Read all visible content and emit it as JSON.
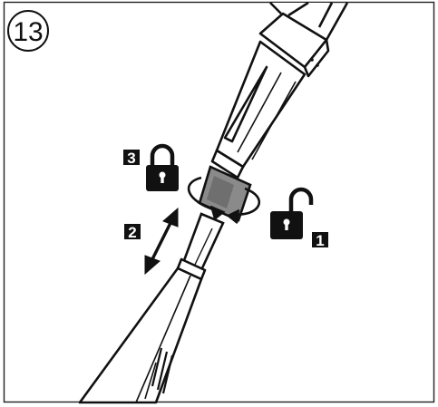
{
  "figure": {
    "step_number": "13",
    "labels": {
      "unlock": "1",
      "slide": "2",
      "lock": "3"
    },
    "icons": {
      "unlock": "unlocked-padlock-icon",
      "lock": "locked-padlock-icon",
      "slide": "double-arrow-icon",
      "rotate": "rotation-arrows-icon"
    },
    "colors": {
      "line": "#111111",
      "collar": "#8a8a8a",
      "background": "#ffffff"
    }
  }
}
